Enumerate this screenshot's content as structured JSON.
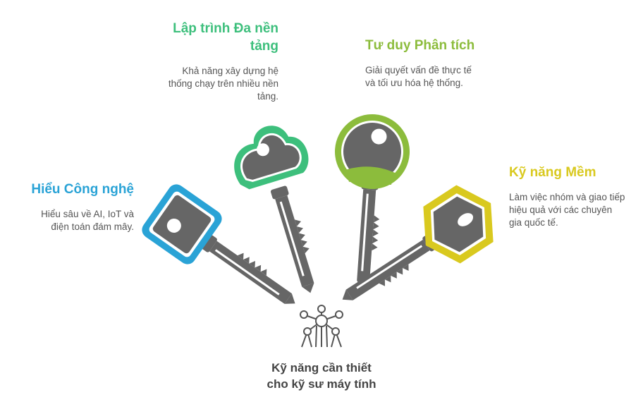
{
  "title_lines": [
    "Kỹ năng cần thiết",
    "cho kỹ sư máy tính"
  ],
  "skills": [
    {
      "title": "Hiểu Công nghệ",
      "description": "Hiểu sâu về AI, IoT và điện toán đám mây.",
      "color": "#2aa3d6",
      "icon": "rounded-square-key-icon"
    },
    {
      "title": "Lập trình Đa nền tảng",
      "description": "Khả năng xây dựng hệ thống chạy trên nhiều nền tảng.",
      "color": "#3dbf7c",
      "icon": "cloud-key-icon"
    },
    {
      "title": "Tư duy Phân tích",
      "description": "Giải quyết vấn đề thực tế và tối ưu hóa hệ thống.",
      "color": "#8cbc3c",
      "icon": "round-key-icon"
    },
    {
      "title": "Kỹ năng Mềm",
      "description": "Làm việc nhóm và giao tiếp hiệu quả với các chuyên gia quốc tế.",
      "color": "#d9c91f",
      "icon": "hexagon-key-icon"
    }
  ],
  "center_icon": "network-atom-icon",
  "key_color": "#666666"
}
